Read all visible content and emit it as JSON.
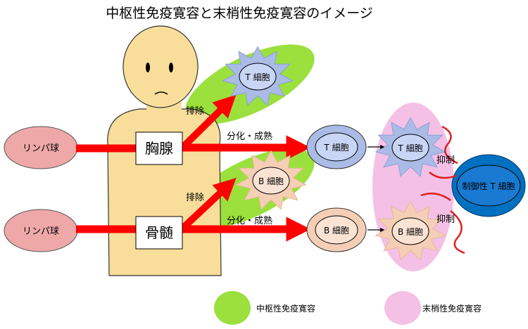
{
  "title": "中枢性免疫寛容と末梢性免疫寛容のイメージ",
  "nodes": {
    "lymph_top": "リンパ球",
    "lymph_bottom": "リンパ球",
    "thymus": "胸腺",
    "bone_marrow": "骨髄",
    "t_cell_removed": "T 細胞",
    "b_cell_removed": "B 細胞",
    "t_cell_mature": "T 細胞",
    "b_cell_mature": "B 細胞",
    "t_cell_peripheral": "T 細胞",
    "b_cell_peripheral": "B 細胞",
    "treg": "制御性 T 細胞"
  },
  "labels": {
    "exclusion_top": "排除",
    "exclusion_bottom": "排除",
    "differentiation_top": "分化・成熟",
    "differentiation_bottom": "分化・成熟",
    "suppression_top": "抑制",
    "suppression_bottom": "抑制"
  },
  "legend": {
    "central": "中枢性免疫寛容",
    "peripheral": "末梢性免疫寛容"
  },
  "colors": {
    "central_tolerance": "#9be03c",
    "peripheral_tolerance": "#f5c0e6",
    "body": "#f8de9a",
    "body_outline": "#333333",
    "lymphocyte": "#eea8a8",
    "t_cell_fill": "#aabbe6",
    "t_cell_nucleus": "#c9d5f5",
    "b_cell_fill": "#f5cfb5",
    "b_cell_nucleus": "#fbe3d4",
    "treg_fill": "#0070c0",
    "treg_inner": "#1a7ad1",
    "arrow": "#ff0000",
    "suppression_line": "#dd2020"
  }
}
